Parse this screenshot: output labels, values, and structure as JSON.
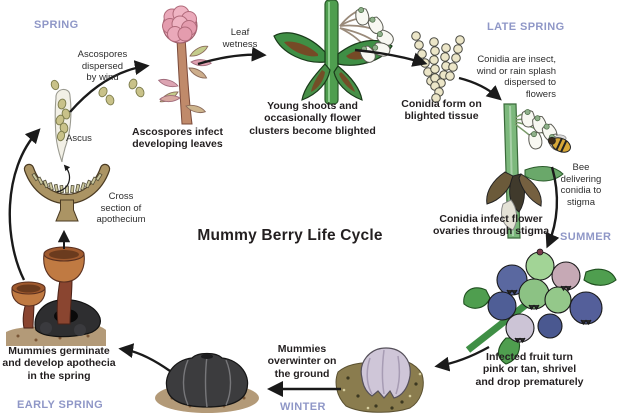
{
  "title": "Mummy Berry Life Cycle",
  "seasons": {
    "spring": "SPRING",
    "late_spring": "LATE SPRING",
    "summer": "SUMMER",
    "winter": "WINTER",
    "early_spring": "EARLY SPRING"
  },
  "captions": {
    "ascospores_infect": "Ascospores infect\ndeveloping leaves",
    "young_shoots": "Young shoots and\noccasionally flower\nclusters become blighted",
    "conidia_form": "Conidia form on\nblighted tissue",
    "conidia_infect": "Conidia infect flower\novaries through stigma",
    "infected_fruit": "Infected fruit turn\npink or tan, shrivel\nand drop prematurely",
    "mummies_overwinter": "Mummies\noverwinter on\nthe ground",
    "mummies_germinate": "Mummies germinate\nand develop apothecia\nin the spring"
  },
  "annotations": {
    "ascospores_dispersed": "Ascospores\ndispersed\nby wind",
    "leaf_wetness": "Leaf\nwetness",
    "conidia_dispersed": "Conidia are insect,\nwind or rain splash\ndispersed to\nflowers",
    "bee_delivering": "Bee\ndelivering\nconidia to\nstigma",
    "ascus": "Ascus",
    "cross_section": "Cross\nsection of\napothecium"
  },
  "colors": {
    "season_label": "#8f97c7",
    "caption_text": "#231f20",
    "annotation_text": "#2e2e2e",
    "arrow": "#1a1a1a",
    "background": "#ffffff"
  }
}
